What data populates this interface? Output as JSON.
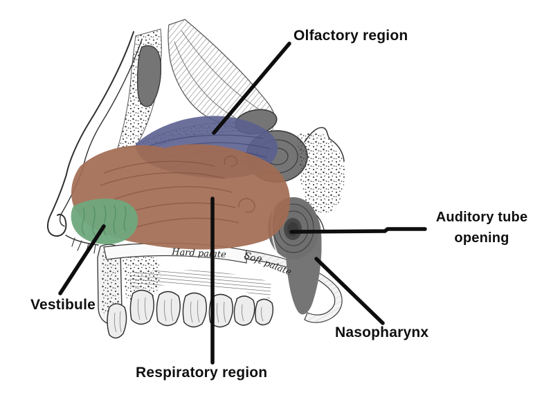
{
  "figure": {
    "description": "Sagittal section engraving of the human nasal cavity with colored anatomical regions",
    "background_color": "#ffffff",
    "leader_line_color": "#0e0e0e",
    "label_text_color": "#0f0f0f",
    "regions": [
      {
        "id": "olfactory",
        "label": "Olfactory region",
        "color": "#5b6190"
      },
      {
        "id": "respiratory",
        "label": "Respiratory region",
        "color": "#a26b53"
      },
      {
        "id": "vestibule",
        "label": "Vestibule",
        "color": "#6fa87c"
      },
      {
        "id": "nasopharynx",
        "label": "Nasopharynx",
        "color": "#6a6a6a"
      },
      {
        "id": "auditory",
        "label": "Auditory tube opening",
        "color": "#474747"
      }
    ],
    "engraving_text": {
      "hard_palate": "Hard palate",
      "soft_palate": "Soft palate"
    }
  }
}
